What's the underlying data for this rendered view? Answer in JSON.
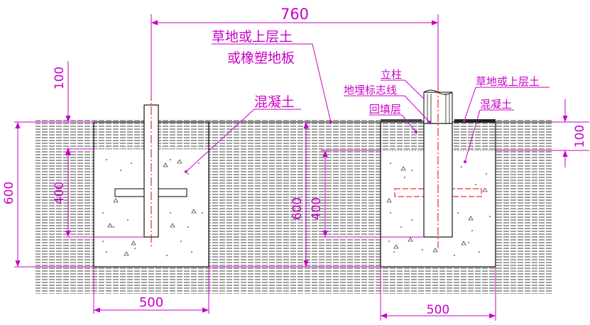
{
  "dimensions": {
    "top_span": "760",
    "left_100": "100",
    "left_400": "400",
    "left_600": "600",
    "mid_600": "600",
    "mid_400": "400",
    "right_100": "100",
    "bottom_left_500": "500",
    "bottom_right_500": "500"
  },
  "labels": {
    "grass_top_line1": "草地或上层土",
    "grass_top_line2": "或橡塑地板",
    "concrete_left": "混凝土",
    "post": "立柱",
    "marker_line": "地埋标志线",
    "backfill": "回填层",
    "grass_right": "草地或上层土",
    "concrete_right": "混凝土"
  },
  "colors": {
    "dimension": "#c800c8",
    "centerline": "#e00000",
    "outline": "#000000",
    "hatch": "#000000"
  }
}
